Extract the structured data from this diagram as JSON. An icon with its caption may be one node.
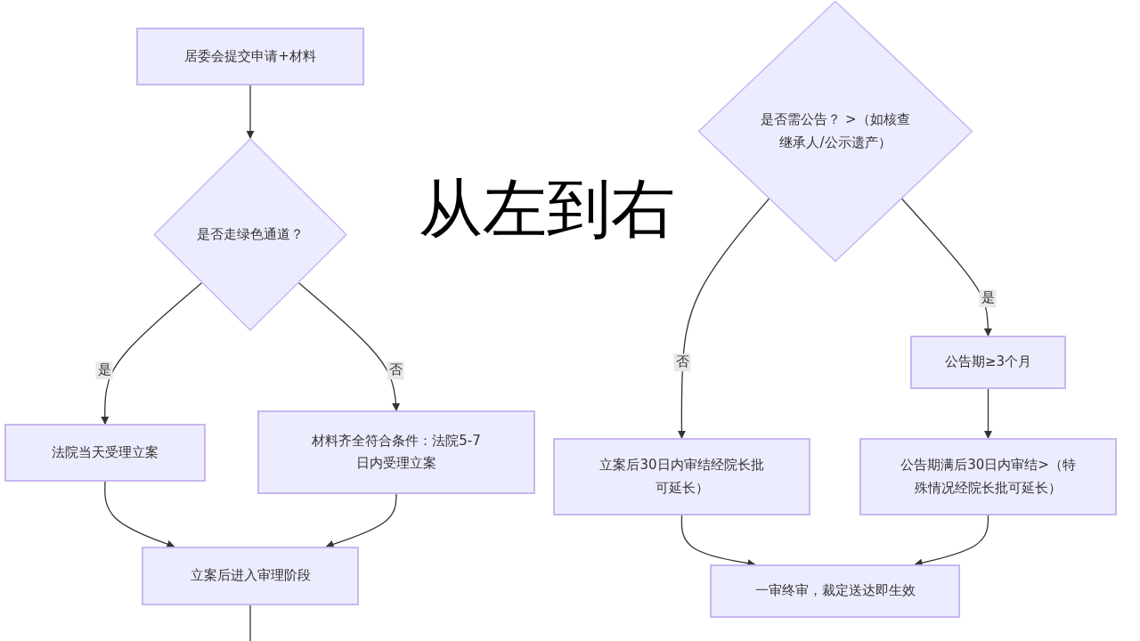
{
  "diagram": {
    "nodes": [
      {
        "text": [
          "居委会提交申请+材料"
        ]
      },
      {
        "text": [
          "是否走绿色通道？"
        ]
      },
      {
        "text": [
          "法院当天受理立案"
        ]
      },
      {
        "text": [
          "材料齐全符合条件：法院5-7日内受理立案"
        ]
      },
      {
        "text": [
          "立案后进入审理阶段"
        ]
      },
      {
        "text": [
          "是否需公告？ >（如核查继承人/公示遗产）"
        ]
      },
      {
        "text": [
          "公告期≥3个月"
        ]
      },
      {
        "text": [
          "立案后30日内审结经院长批可延长）"
        ]
      },
      {
        "text": [
          "公告期满后30日内审结>（特殊情况经院长批可延长）"
        ]
      },
      {
        "text": [
          "一审终审，裁定送达即生效"
        ]
      }
    ],
    "edges": [
      {
        "from": 0,
        "to": 1,
        "arrow": "to"
      },
      {
        "from": 1,
        "to": 2,
        "arrow": "to",
        "label": "是"
      },
      {
        "from": 1,
        "to": 3,
        "arrow": "to",
        "label": "否"
      },
      {
        "from": 2,
        "to": 4,
        "arrow": "to"
      },
      {
        "from": 3,
        "to": 4,
        "arrow": "to"
      },
      {
        "from": 4,
        "to": null,
        "arrow": "none"
      },
      {
        "from": 5,
        "to": 7,
        "arrow": "to",
        "label": "否"
      },
      {
        "from": 5,
        "to": 6,
        "arrow": "to",
        "label": "是"
      },
      {
        "from": 6,
        "to": 8,
        "arrow": "to"
      },
      {
        "from": 7,
        "to": 9,
        "arrow": "to"
      },
      {
        "from": 8,
        "to": 9,
        "arrow": "to"
      }
    ],
    "labels": [
      "从左到右"
    ]
  }
}
